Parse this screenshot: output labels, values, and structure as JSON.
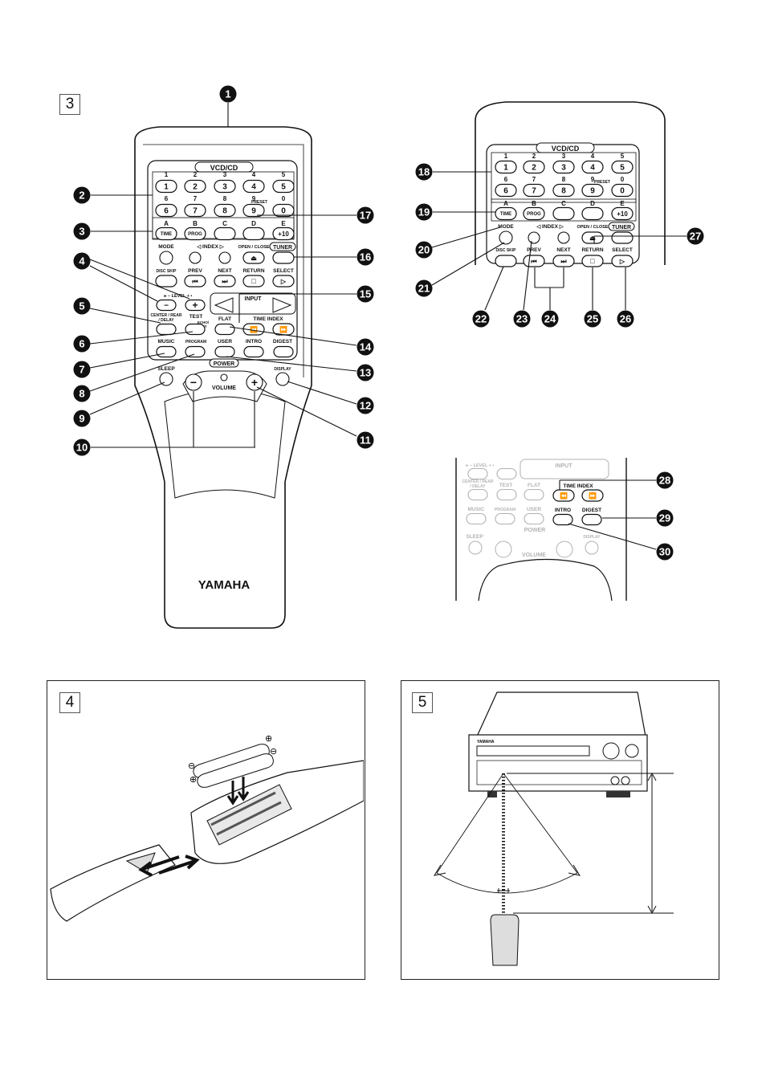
{
  "figures": {
    "fig3": {
      "label": "3"
    },
    "fig4": {
      "label": "4"
    },
    "fig5": {
      "label": "5"
    }
  },
  "remote": {
    "header": "VCD/CD",
    "digits_top": [
      "1",
      "2",
      "3",
      "4",
      "5"
    ],
    "digits_bottom": [
      "6",
      "7",
      "8",
      "9",
      "0"
    ],
    "digit_labels_top": [
      "1",
      "2",
      "3",
      "4",
      "5"
    ],
    "digit_labels_bottom": [
      "6",
      "7",
      "8",
      "9",
      "0"
    ],
    "letters": [
      "A",
      "B",
      "C",
      "D",
      "E"
    ],
    "preset": "PRESET",
    "time": "TIME",
    "prog": "PROG",
    "plus10": "+10",
    "mode": "MODE",
    "index": "INDEX",
    "open_close": "OPEN / CLOSE",
    "tuner": "TUNER",
    "disc_skip": "DISC SKIP",
    "prev": "PREV",
    "next": "NEXT",
    "return": "RETURN",
    "select": "SELECT",
    "level": "LEVEL",
    "input": "INPUT",
    "center_rear": "CENTER / REAR",
    "delay": "/ DELAY",
    "test": "TEST",
    "echo": "ECHO/",
    "key": "KEY",
    "flat": "FLAT",
    "time_index": "TIME INDEX",
    "music": "MUSIC",
    "program": "PROGRAM",
    "user": "USER",
    "intro": "INTRO",
    "digest": "DIGEST",
    "power": "POWER",
    "sleep": "SLEEP",
    "display": "DISPLAY",
    "volume": "VOLUME",
    "brand": "YAMAHA"
  },
  "callouts_left": [
    "1",
    "2",
    "3",
    "4",
    "5",
    "6",
    "7",
    "8",
    "9",
    "10",
    "11",
    "12",
    "13",
    "14",
    "15",
    "16",
    "17"
  ],
  "callouts_right": [
    "18",
    "19",
    "20",
    "21",
    "22",
    "23",
    "24",
    "25",
    "26",
    "27"
  ],
  "callouts_bottom": [
    "28",
    "29",
    "30"
  ],
  "receiver": {
    "brand": "YAMAHA"
  }
}
